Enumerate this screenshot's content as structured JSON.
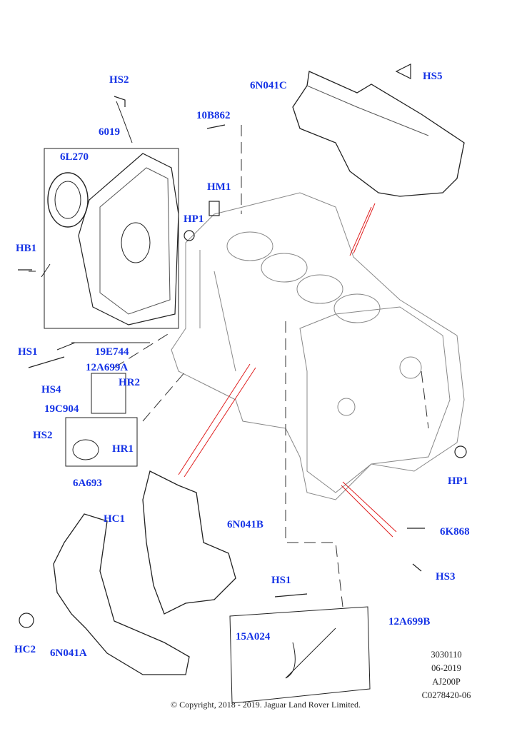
{
  "callouts": [
    {
      "id": "HS2",
      "label": "HS2"
    },
    {
      "id": "6019",
      "label": "6019"
    },
    {
      "id": "10B862",
      "label": "10B862"
    },
    {
      "id": "6N041C",
      "label": "6N041C"
    },
    {
      "id": "HS5",
      "label": "HS5"
    },
    {
      "id": "6L270",
      "label": "6L270"
    },
    {
      "id": "HM1",
      "label": "HM1"
    },
    {
      "id": "HP1",
      "label": "HP1"
    },
    {
      "id": "HB1",
      "label": "HB1"
    },
    {
      "id": "HS1",
      "label": "HS1"
    },
    {
      "id": "19E744",
      "label": "19E744"
    },
    {
      "id": "12A699A",
      "label": "12A699A"
    },
    {
      "id": "HS4",
      "label": "HS4"
    },
    {
      "id": "HR2",
      "label": "HR2"
    },
    {
      "id": "19C904",
      "label": "19C904"
    },
    {
      "id": "HS2b",
      "label": "HS2"
    },
    {
      "id": "HR1",
      "label": "HR1"
    },
    {
      "id": "6A693",
      "label": "6A693"
    },
    {
      "id": "HP1b",
      "label": "HP1"
    },
    {
      "id": "HC1",
      "label": "HC1"
    },
    {
      "id": "6N041B",
      "label": "6N041B"
    },
    {
      "id": "6K868",
      "label": "6K868"
    },
    {
      "id": "HS3",
      "label": "HS3"
    },
    {
      "id": "HS1b",
      "label": "HS1"
    },
    {
      "id": "12A699B",
      "label": "12A699B"
    },
    {
      "id": "15A024",
      "label": "15A024"
    },
    {
      "id": "HC2",
      "label": "HC2"
    },
    {
      "id": "6N041A",
      "label": "6N041A"
    }
  ],
  "info": {
    "illustration_number": "3030110",
    "date": "06-2019",
    "engine": "AJ200P",
    "reference": "C0278420-06"
  },
  "copyright": "© Copyright, 2018 - 2019. Jaguar Land Rover Limited.",
  "colors": {
    "label": "#1533e6",
    "leader_red": "#e02020",
    "line": "#222222"
  }
}
